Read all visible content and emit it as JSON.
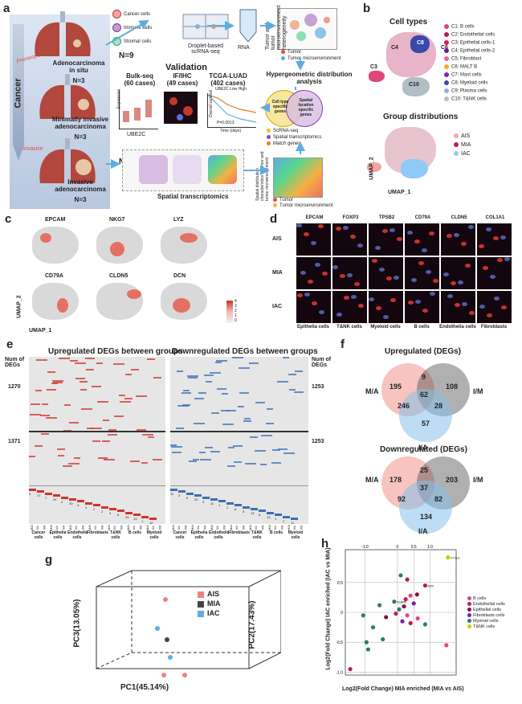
{
  "panels": {
    "a": "a",
    "b": "b",
    "c": "c",
    "d": "d",
    "e": "e",
    "f": "f",
    "g": "g",
    "h": "h"
  },
  "panel_a": {
    "axis_label": "Cancer",
    "axis_top": "Preneoplasia",
    "axis_bottom": "Invasive",
    "stages": [
      {
        "name": "Adenocarcinoma in situ",
        "n": "N=3"
      },
      {
        "name": "Minimally invasive adenocarcinoma",
        "n": "N=3"
      },
      {
        "name": "Invasive adenocarcinoma",
        "n": "N=3"
      }
    ],
    "cell_types": [
      "Cancer cells",
      "Immune cells",
      "Stromal cells"
    ],
    "n9": "N=9",
    "n6": "N=6",
    "droplet": "Droplet-based scRNA-seq",
    "rna": "RNA",
    "heterogeneity": "Tumor and tumor microenvironment heterogeneity",
    "legend_tumor": "Tumor",
    "legend_tme": "Tumor microenvironment",
    "hyper": "Hypergeometric distribution analysis",
    "validation": "Validation",
    "bulk": "Bulk-seq",
    "bulk_n": "(60 cases)",
    "ifihc": "IF/IHC",
    "ifihc_n": "(49 cases)",
    "tcga": "TCGA-LUAD",
    "tcga_n": "(402 cases)",
    "ube2c": "UBE2C",
    "expression": "Expression",
    "overall_survival": "Overall survival",
    "time_days": "Time (days)",
    "pval": "P=0.0013",
    "ube2c_legend": "UBE2C",
    "low": "Low",
    "high": "High",
    "cell_type_specific": "Cell type specific genes",
    "spatial_specific": "Spatial location specific genes",
    "leg_scrna": "ScRNA-seq",
    "leg_spatial": "Spatial transcriptomics",
    "leg_match": "Match genes",
    "spatial": "Spatial transcriptomics",
    "spatial_dist": "Spatial distribution characteristics of tumor and tumor microenvironment",
    "tumor2": "Tumor",
    "tme2": "Tumor microenvironment"
  },
  "panel_b": {
    "title": "Cell types",
    "subtitle": "Group distributions",
    "umap1": "UMAP_1",
    "umap2": "UMAP_2",
    "cluster_labels": [
      "C1",
      "C2",
      "C3",
      "C4",
      "C5",
      "C6",
      "C7",
      "C8",
      "C9",
      "C10"
    ],
    "legend": [
      {
        "label": "C1: B cells",
        "color": "#e0457b"
      },
      {
        "label": "C2: Endothelial cells",
        "color": "#c2185b"
      },
      {
        "label": "C3: Epithelial cells-1",
        "color": "#d81b60"
      },
      {
        "label": "C4: Epithelial cells-2",
        "color": "#6a1b9a"
      },
      {
        "label": "C5: Fibroblast",
        "color": "#f06292"
      },
      {
        "label": "C6: MALT B",
        "color": "#f9a825"
      },
      {
        "label": "C7: Mast cells",
        "color": "#8e24aa"
      },
      {
        "label": "C8: Myeloid cells",
        "color": "#3949ab"
      },
      {
        "label": "C9: Plasma cells",
        "color": "#9fa8da"
      },
      {
        "label": "C10: T&NK cells",
        "color": "#b0bec5"
      }
    ],
    "groups": [
      {
        "label": "AIS",
        "color": "#f4a6a6"
      },
      {
        "label": "MIA",
        "color": "#c2185b"
      },
      {
        "label": "IAC",
        "color": "#90caf9"
      }
    ]
  },
  "panel_c": {
    "genes": [
      "EPCAM",
      "NKG7",
      "LYZ",
      "CD79A",
      "CLDN5",
      "DCN"
    ],
    "umap1": "UMAP_1",
    "umap2": "UMAP_2",
    "scale": [
      "4",
      "3",
      "2",
      "1",
      "0"
    ]
  },
  "panel_d": {
    "markers": [
      "EPCAM",
      "FOXP3",
      "TPSB2",
      "CD79A",
      "CLDN5",
      "COL1A1"
    ],
    "rows": [
      "AIS",
      "MIA",
      "IAC"
    ],
    "cells": [
      "Epithelia cells",
      "T&NK cells",
      "Myeloid cells",
      "B cells",
      "Endothelia cells",
      "Fibroblasts"
    ]
  },
  "panel_e": {
    "up_title": "Upregulated DEGs between groups",
    "down_title": "Downregulated DEGs between groups",
    "num_label": "Num of DEGs",
    "up_counts": [
      "1270",
      "1371"
    ],
    "down_counts": [
      "1253",
      "1253"
    ],
    "up_bars": [
      "3",
      "17",
      "7",
      "24",
      "4",
      "20",
      "4",
      "1",
      "2",
      "2",
      "3",
      "8",
      "29",
      "13",
      "1",
      "10"
    ],
    "down_bars": [
      "11",
      "3",
      "5",
      "20",
      "3",
      "11",
      "1",
      "1",
      "6",
      "3",
      "13",
      "8",
      "13",
      "1",
      "1",
      "11"
    ],
    "groups": [
      "Cancer cells",
      "Epithelia cells",
      "Endothelia cells",
      "Fibroblasts",
      "T&NK cells",
      "B cells",
      "Myeloid cells"
    ],
    "ticks": [
      "M/A",
      "I/A",
      "I/M"
    ]
  },
  "panel_f": {
    "up_title": "Upregulated (DEGs)",
    "down_title": "Downregulated (DEGs)",
    "set_ma": "M/A",
    "set_im": "I/M",
    "set_ia": "I/A",
    "up": {
      "ma": "195",
      "im": "108",
      "ia": "57",
      "ma_im": "9",
      "ma_ia": "246",
      "im_ia": "28",
      "all": "62"
    },
    "down": {
      "ma": "178",
      "im": "203",
      "ia": "134",
      "ma_im": "25",
      "ma_ia": "92",
      "im_ia": "82",
      "all": "37"
    }
  },
  "panel_g": {
    "pc1": "PC1(45.14%)",
    "pc2": "PC2(17.43%)",
    "pc3": "PC3(13.05%)",
    "legend": [
      {
        "label": "AIS",
        "color": "#f08080"
      },
      {
        "label": "MIA",
        "color": "#444444"
      },
      {
        "label": "IAC",
        "color": "#5dade2"
      }
    ]
  },
  "chart_data": {
    "type": "scatter",
    "xlabel": "Log2(Fold Change)  MIA enriched (MIA vs AIS)",
    "ylabel": "Log2(Fold Change)  IAC enriched (IAC vs MIA)",
    "xlim": [
      -1.6,
      1.8
    ],
    "ylim": [
      -1.05,
      1.05
    ],
    "xticks": [
      -1,
      0,
      0.5,
      1
    ],
    "yticks": [
      0.5,
      0,
      -0.5,
      -1
    ],
    "xtick_labels": [
      "-1.0",
      "0",
      "0.5",
      "1.0"
    ],
    "ytick_labels": [
      "0.5",
      "0",
      "-0.5",
      "-1.0"
    ],
    "legend": [
      {
        "label": "B cells",
        "color": "#e0457b"
      },
      {
        "label": "Endothelial cells",
        "color": "#c2185b"
      },
      {
        "label": "Epithelial cells",
        "color": "#880e4f"
      },
      {
        "label": "Fibroblasts cells",
        "color": "#7b1fa2"
      },
      {
        "label": "Myeloid cells",
        "color": "#2e7d5b"
      },
      {
        "label": "T&NK cells",
        "color": "#d4c500"
      }
    ],
    "points": [
      {
        "x": 1.55,
        "y": 0.92,
        "g": 5,
        "label": "CYCLS"
      },
      {
        "x": 0.1,
        "y": 0.62,
        "g": 4,
        "label": ""
      },
      {
        "x": 0.3,
        "y": 0.55,
        "g": 1,
        "label": ""
      },
      {
        "x": 0.85,
        "y": 0.45,
        "g": 1,
        "label": "SOD"
      },
      {
        "x": 0.6,
        "y": 0.3,
        "g": 2,
        "label": ""
      },
      {
        "x": 0.4,
        "y": 0.28,
        "g": 0,
        "label": ""
      },
      {
        "x": 0.25,
        "y": 0.22,
        "g": 1,
        "label": ""
      },
      {
        "x": -0.1,
        "y": 0.18,
        "g": 4,
        "label": "CEBPB"
      },
      {
        "x": 0.5,
        "y": 0.15,
        "g": 3,
        "label": ""
      },
      {
        "x": 0.2,
        "y": 0.1,
        "g": 2,
        "label": ""
      },
      {
        "x": 0.05,
        "y": 0.05,
        "g": 4,
        "label": ""
      },
      {
        "x": -0.55,
        "y": 0.12,
        "g": 4,
        "label": ""
      },
      {
        "x": -0.05,
        "y": -0.02,
        "g": 1,
        "label": ""
      },
      {
        "x": 0.3,
        "y": -0.05,
        "g": 0,
        "label": ""
      },
      {
        "x": 0.62,
        "y": -0.1,
        "g": 0,
        "label": ""
      },
      {
        "x": -0.35,
        "y": -0.08,
        "g": 2,
        "label": ""
      },
      {
        "x": 0.15,
        "y": -0.15,
        "g": 3,
        "label": ""
      },
      {
        "x": 0.4,
        "y": -0.18,
        "g": 1,
        "label": ""
      },
      {
        "x": 0.85,
        "y": -0.2,
        "g": 4,
        "label": ""
      },
      {
        "x": -1.05,
        "y": -0.05,
        "g": 4,
        "label": ""
      },
      {
        "x": -0.75,
        "y": -0.25,
        "g": 4,
        "label": ""
      },
      {
        "x": -0.45,
        "y": -0.45,
        "g": 4,
        "label": ""
      },
      {
        "x": -0.95,
        "y": -0.5,
        "g": 4,
        "label": ""
      },
      {
        "x": -0.9,
        "y": -0.62,
        "g": 4,
        "label": ""
      },
      {
        "x": 1.5,
        "y": -0.55,
        "g": 0,
        "label": ""
      },
      {
        "x": -1.45,
        "y": -0.95,
        "g": 1,
        "label": ""
      }
    ]
  }
}
